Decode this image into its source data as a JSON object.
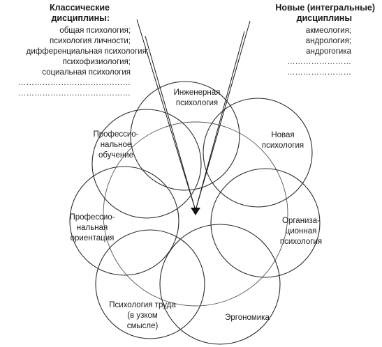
{
  "classic": {
    "title_lines": [
      "Классические",
      "дисциплины:"
    ],
    "items": [
      "общая психология;",
      "психология личности;",
      "дифференциальная психология;",
      "психофизиология;",
      "социальная психология",
      "……………………………………",
      "……………………………………"
    ]
  },
  "new": {
    "title_lines": [
      "Новые (интегральные)",
      "дисциплины"
    ],
    "items": [
      "акмеология;",
      "андрология;",
      "андрогогика",
      "……………………",
      "……………………"
    ]
  },
  "petals": [
    {
      "lines": [
        "Инженерная",
        "психология"
      ]
    },
    {
      "lines": [
        "Новая",
        "психология"
      ]
    },
    {
      "lines": [
        "Организа-",
        "ционная",
        "психология"
      ]
    },
    {
      "lines": [
        "Эргономика"
      ]
    },
    {
      "lines": [
        "Психология труда",
        "(в узком",
        "смысле)"
      ]
    },
    {
      "lines": [
        "Профессио-",
        "нальная",
        "ориентация"
      ]
    },
    {
      "lines": [
        "Профессио-",
        "нальное",
        "обучение"
      ]
    }
  ]
}
